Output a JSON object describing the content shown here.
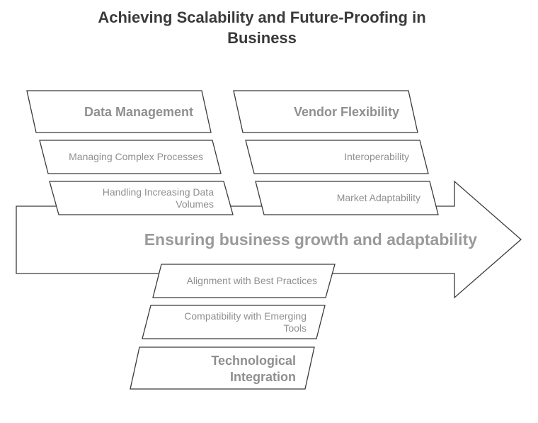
{
  "title": "Achieving Scalability and Future-Proofing in Business",
  "main_arrow": {
    "label": "Ensuring business growth and adaptability"
  },
  "branches": {
    "data_management": {
      "heading": "Data Management",
      "items": [
        "Managing Complex Processes",
        "Handling Increasing Data",
        "Volumes"
      ]
    },
    "vendor_flexibility": {
      "heading": "Vendor Flexibility",
      "items": [
        "Interoperability",
        "Market Adaptability"
      ]
    },
    "technological_integration": {
      "heading": [
        "Technological",
        "Integration"
      ],
      "items": [
        "Alignment with Best Practices",
        "Compatibility with Emerging",
        "Tools"
      ]
    }
  }
}
